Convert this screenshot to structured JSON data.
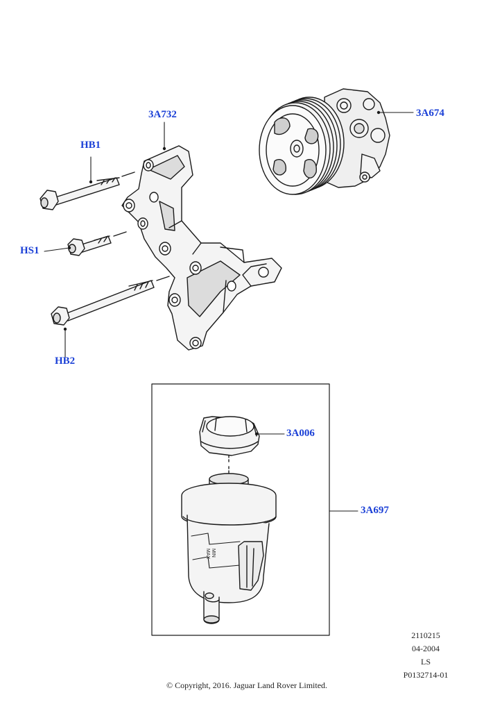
{
  "callouts": {
    "hb1": "HB1",
    "hs1": "HS1",
    "hb2": "HB2",
    "bracket": "3A732",
    "pump": "3A674",
    "cap": "3A006",
    "reservoir": "3A697"
  },
  "reservoir_markings": {
    "max": "MAX",
    "min": "MIN"
  },
  "meta": {
    "code": "2110215",
    "date": "04-2004",
    "ref": "LS",
    "illustration": "P0132714-01"
  },
  "copyright": "© Copyright, 2016. Jaguar Land Rover Limited.",
  "colors": {
    "callout": "#1a3fd6",
    "line": "#1a1a1a",
    "metal_fill": "#f4f4f4",
    "shade_fill": "#dcdcdc"
  }
}
